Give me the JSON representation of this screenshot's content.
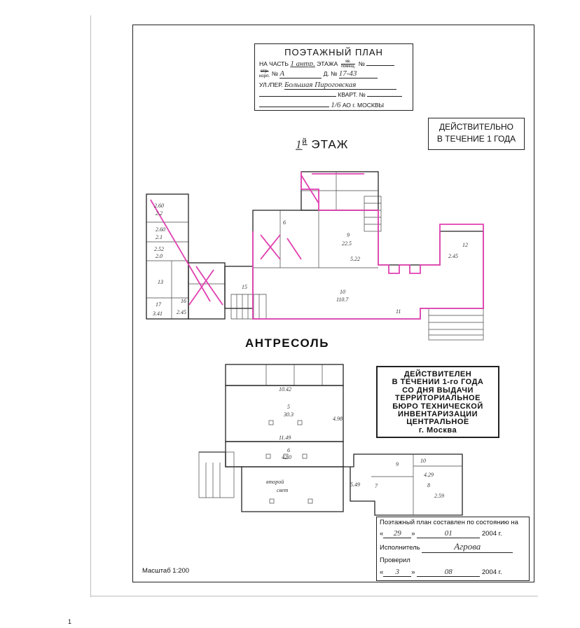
{
  "title_block": {
    "heading": "ПОЭТАЖНЫЙ ПЛАН",
    "part_label": "НА ЧАСТЬ",
    "part_value": "1 антр.",
    "floor_label": "ЭТАЖА",
    "kv_label": "кв.",
    "pomesh_label": "помещ.",
    "no_label": "№",
    "str_label": "стр.",
    "korp_label": "корп.",
    "str_value": "А",
    "dom_label": "Д. №",
    "dom_value": "17-43",
    "street_label": "УЛ./ПЕР.",
    "street_value": "Большая Пироговская",
    "kvart_label": "КВАРТ. №",
    "ao_value": "1/6",
    "ao_label": "АО г. МОСКВЫ"
  },
  "stamp_valid": {
    "line1": "ДЕЙСТВИТЕЛЬНО",
    "line2": "В ТЕЧЕНИЕ 1 ГОДА"
  },
  "floor_heading": {
    "number": "1",
    "suffix": "й",
    "word": "ЭТАЖ"
  },
  "mezzanine_heading": "АНТРЕСОЛЬ",
  "stamp_bti": {
    "lines": [
      "ДЕЙСТВИТЕЛЕН",
      "В ТЕЧЕНИИ 1-го ГОДА",
      "СО ДНЯ ВЫДАЧИ",
      "ТЕРРИТОРИАЛЬНОЕ",
      "БЮРО ТЕХНИЧЕСКОЙ",
      "ИНВЕНТАРИЗАЦИИ",
      "ЦЕНТРАЛЬНОЕ",
      "г. Москва"
    ]
  },
  "info_block": {
    "compiled_label": "Поэтажный план составлен по состоянию на",
    "compiled_day": "29",
    "compiled_month": "01",
    "compiled_year": "2004 г.",
    "executor_label": "Исполнитель",
    "executor_signature": "Агрова",
    "checked_label": "Проверил",
    "checked_day": "3",
    "checked_month": "08",
    "checked_year": "2004 г."
  },
  "scale": "Масштаб 1:200",
  "page_number": "1",
  "floor_rooms": [
    {
      "id": "r2",
      "num": "2.60",
      "area": "2.2"
    },
    {
      "id": "r3",
      "num": "2.60",
      "area": "2.1"
    },
    {
      "id": "r4",
      "num": "2.52",
      "area": "2.0"
    },
    {
      "id": "r13",
      "num": "13",
      "area": ""
    },
    {
      "id": "r17",
      "num": "17",
      "area": "3.41"
    },
    {
      "id": "r16",
      "num": "16",
      "area": "2.45"
    },
    {
      "id": "r6",
      "num": "6",
      "area": ""
    },
    {
      "id": "r9",
      "num": "9",
      "area": "22.5"
    },
    {
      "id": "r10",
      "num": "10",
      "area": "110.7"
    },
    {
      "id": "r11",
      "num": "11",
      "area": ""
    },
    {
      "id": "r12",
      "num": "12",
      "area": "2.45"
    },
    {
      "id": "r15",
      "num": "15",
      "area": ""
    }
  ],
  "mezz_rooms": [
    {
      "id": "m5",
      "num": "5",
      "area": "30.3"
    },
    {
      "id": "m6",
      "num": "6",
      "area": "42.0"
    },
    {
      "id": "m7",
      "num": "7",
      "area": "5.49"
    },
    {
      "id": "m8",
      "num": "8",
      "area": "2.59"
    },
    {
      "id": "m9",
      "num": "9",
      "area": ""
    },
    {
      "id": "m10",
      "num": "10",
      "area": "4.29"
    },
    {
      "id": "m_light",
      "num": "второй",
      "area": "свет"
    }
  ],
  "dimensions": {
    "m_width_top": "10.42",
    "m_width_mid": "11.49",
    "m_height": "4.98",
    "f_dim_522": "5.22",
    "f_dim_245": "2.45"
  },
  "colors": {
    "ink": "#222222",
    "correction_pink": "#e040b0",
    "paper": "#ffffff"
  }
}
